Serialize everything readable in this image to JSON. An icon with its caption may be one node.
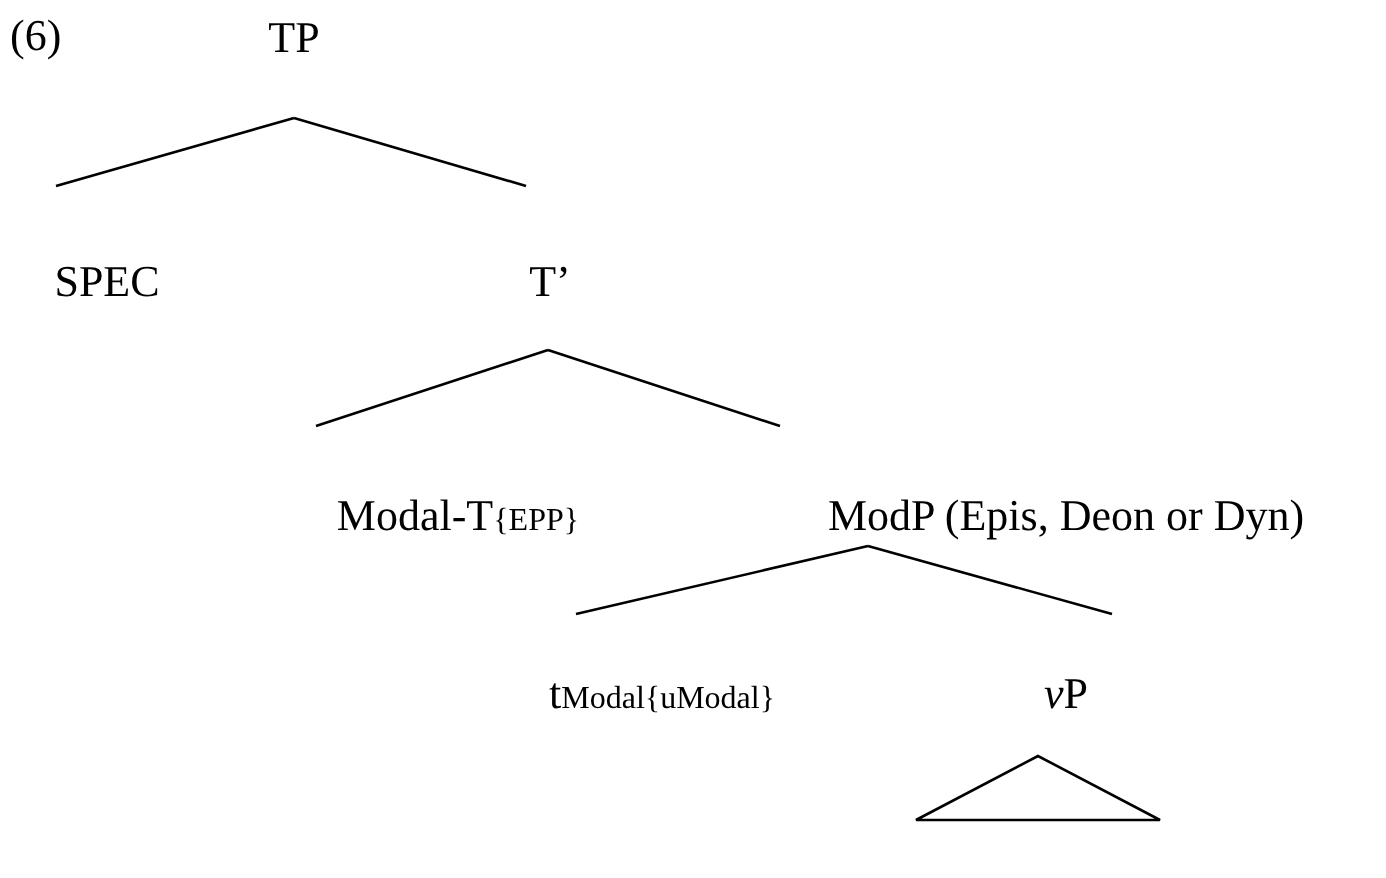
{
  "diagram": {
    "nodes": [
      {
        "text": [
          "TP"
        ]
      },
      {
        "text": [
          "SPEC"
        ]
      },
      {
        "text": [
          "T’"
        ]
      },
      {
        "text": [
          "Modal-T{EPP}"
        ]
      },
      {
        "text": [
          "ModP (Epis, Deon or Dyn)"
        ]
      },
      {
        "text": [
          "tModal{uModal}"
        ]
      },
      {
        "text": [
          "vP"
        ]
      },
      {
        "text": [],
        "shape": "triangle"
      }
    ],
    "edges": [
      {
        "from": 0,
        "to": 1,
        "arrow": "none"
      },
      {
        "from": 0,
        "to": 2,
        "arrow": "none"
      },
      {
        "from": 2,
        "to": 3,
        "arrow": "none"
      },
      {
        "from": 2,
        "to": 4,
        "arrow": "none"
      },
      {
        "from": 4,
        "to": 5,
        "arrow": "none"
      },
      {
        "from": 4,
        "to": 6,
        "arrow": "none"
      }
    ],
    "labels": [
      "(6)"
    ]
  }
}
